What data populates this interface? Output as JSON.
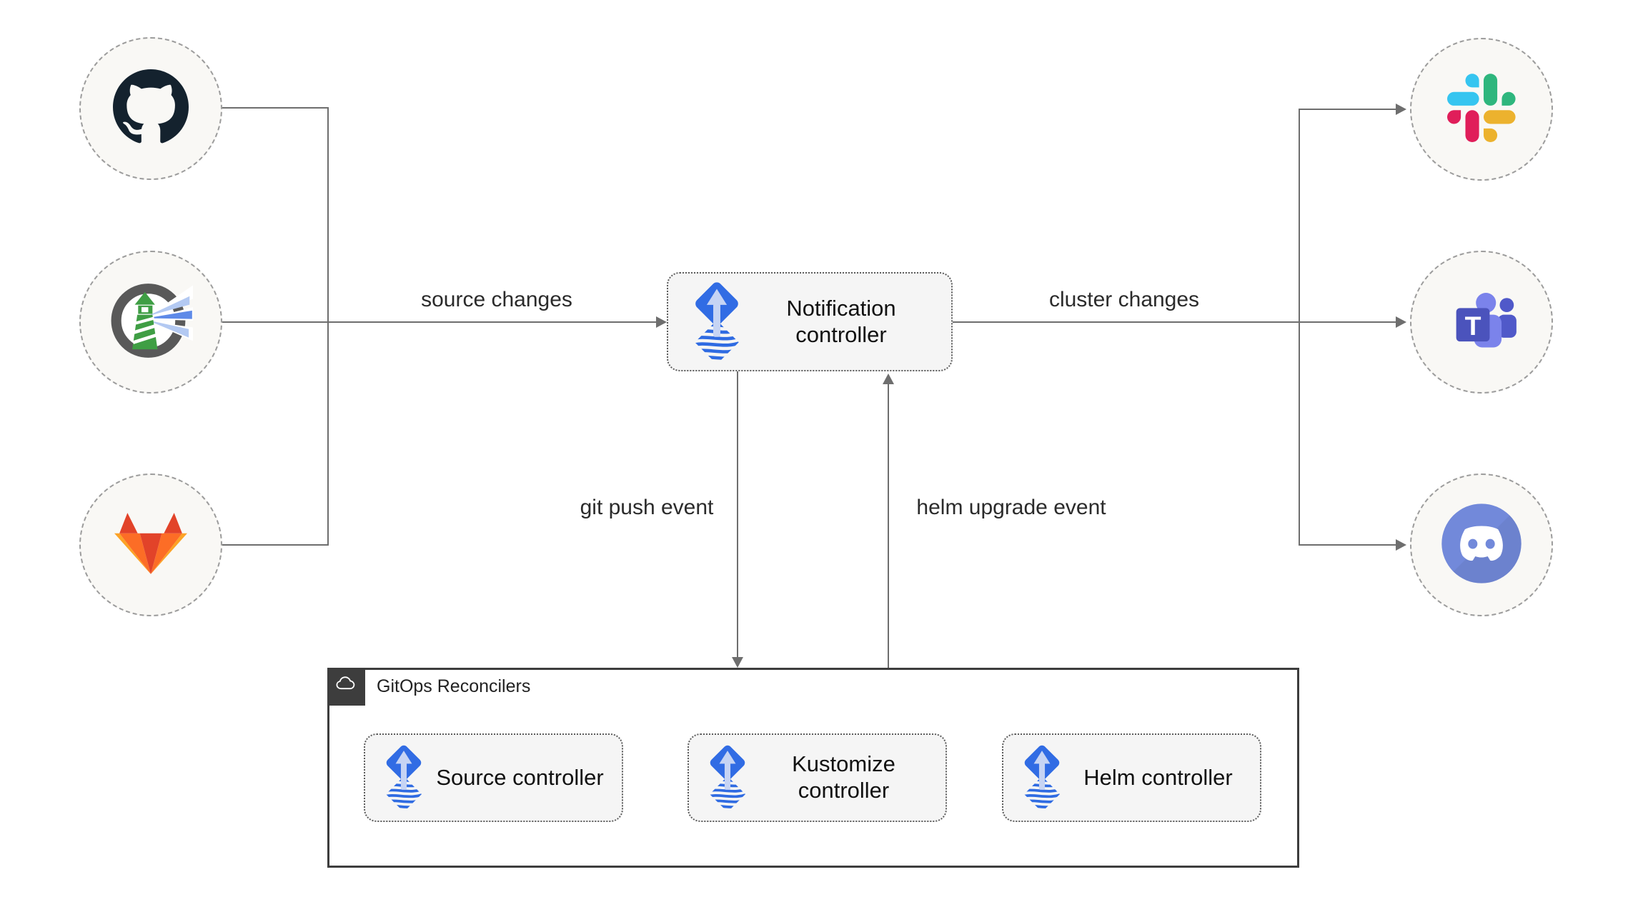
{
  "groups": {
    "gitops": {
      "label": "GitOps Reconcilers",
      "icon": "cloud-icon"
    }
  },
  "nodes": {
    "notification": {
      "label": "Notification controller",
      "icon": "flux-icon"
    },
    "source": {
      "label": "Source controller",
      "icon": "flux-icon"
    },
    "kustomize": {
      "label": "Kustomize controller",
      "icon": "flux-icon"
    },
    "helm": {
      "label": "Helm controller",
      "icon": "flux-icon"
    }
  },
  "edges": {
    "source_changes": {
      "label": "source changes"
    },
    "cluster_changes": {
      "label": "cluster changes"
    },
    "git_push_event": {
      "label": "git push event"
    },
    "helm_upgrade_event": {
      "label": "helm upgrade event"
    }
  },
  "endpoints": {
    "left": [
      {
        "icon": "github-icon"
      },
      {
        "icon": "harbor-icon"
      },
      {
        "icon": "gitlab-icon"
      }
    ],
    "right": [
      {
        "icon": "slack-icon"
      },
      {
        "icon": "teams-icon"
      },
      {
        "icon": "discord-icon"
      }
    ]
  },
  "icons": {
    "teams_letter": "T"
  },
  "colors": {
    "flux_blue": "#316ce4",
    "flux_arrow_light": "#c6d4f4",
    "line_gray": "#6e6e6e",
    "node_fill": "#f5f5f5",
    "circle_fill": "#f9f8f5",
    "group_border": "#3d3d3d",
    "github_dark": "#14222e",
    "harbor_green": "#3f9e44",
    "harbor_ring_gray": "#595959",
    "harbor_beam_blue": "#5e8ae8",
    "gitlab_red": "#e24329",
    "gitlab_orange": "#fc6d26",
    "gitlab_yellow": "#fca326",
    "slack_blue": "#36c5f0",
    "slack_green": "#2eb67d",
    "slack_yellow": "#ecb22e",
    "slack_red": "#e01e5a",
    "teams_tile": "#4b53bc",
    "teams_light": "#7b83eb",
    "teams_dark": "#5059c9",
    "discord_blurple": "#7289da"
  }
}
